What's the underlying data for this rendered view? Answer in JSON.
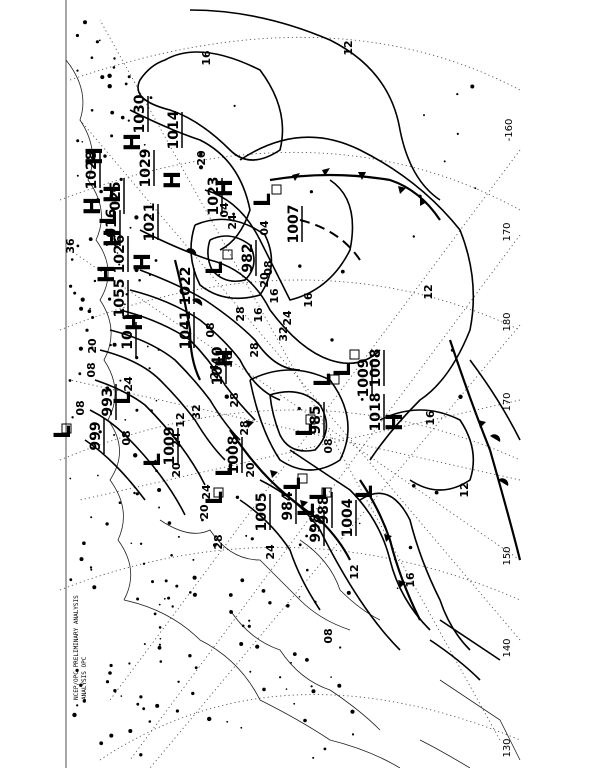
{
  "header": {
    "line1": "NCEP/OPC PRELIMINARY ANALYSIS",
    "line2": "ANALYSIS OPC"
  },
  "isobar_labels": [
    "16",
    "12",
    "20",
    "12",
    "20",
    "04",
    "36",
    "24",
    "08",
    "16",
    "08",
    "16",
    "12",
    "28",
    "32",
    "24",
    "36",
    "28",
    "28",
    "32",
    "24",
    "20",
    "08",
    "08",
    "04",
    "12",
    "16",
    "24",
    "20",
    "08",
    "28",
    "24",
    "12",
    "08",
    "20",
    "16",
    "28",
    "24",
    "24",
    "16",
    "08",
    "20"
  ],
  "centers": [
    {
      "type": "H",
      "pressure": "1014"
    },
    {
      "type": "H",
      "pressure": "1023"
    },
    {
      "type": "L",
      "pressure": "1007"
    },
    {
      "type": "L",
      "pressure": "982"
    },
    {
      "type": "H",
      "pressure": "1022"
    },
    {
      "type": "H",
      "pressure": "1040"
    },
    {
      "type": "L",
      "pressure": "1009"
    },
    {
      "type": "L",
      "pressure": "1008"
    },
    {
      "type": "H",
      "pressure": "1018"
    },
    {
      "type": "L",
      "pressure": "985"
    },
    {
      "type": "L",
      "pressure": "1008"
    },
    {
      "type": "L",
      "pressure": "984"
    },
    {
      "type": "L",
      "pressure": "988"
    },
    {
      "type": "L",
      "pressure": "998"
    },
    {
      "type": "L",
      "pressure": "1004"
    },
    {
      "type": "L",
      "pressure": "1005"
    },
    {
      "type": "L",
      "pressure": "1009"
    },
    {
      "type": "L",
      "pressure": "999"
    },
    {
      "type": "L",
      "pressure": "993"
    },
    {
      "type": "H",
      "pressure": "1041"
    },
    {
      "type": "H",
      "pressure": "1055"
    },
    {
      "type": "H",
      "pressure": "1026"
    },
    {
      "type": "H",
      "pressure": "1016"
    },
    {
      "type": "H",
      "pressure": "1028"
    },
    {
      "type": "H",
      "pressure": "1029"
    },
    {
      "type": "H",
      "pressure": "1021"
    },
    {
      "type": "L",
      "pressure": "1025"
    }
  ],
  "pressure_labels": [
    "1014",
    "1023",
    "1007",
    "982",
    "1022",
    "1040",
    "1009",
    "1008",
    "1018",
    "985",
    "1008",
    "984",
    "988",
    "998",
    "1004",
    "1005",
    "1009",
    "999",
    "993",
    "1041",
    "1055",
    "1026",
    "1016",
    "1028",
    "1029",
    "1021",
    "025",
    "10",
    "1030"
  ],
  "longitudes": [
    "-160",
    "170",
    "180",
    "170",
    "150",
    "140",
    "130"
  ],
  "colors": {
    "ink": "#000000",
    "background": "#ffffff",
    "grid": "#555555"
  }
}
